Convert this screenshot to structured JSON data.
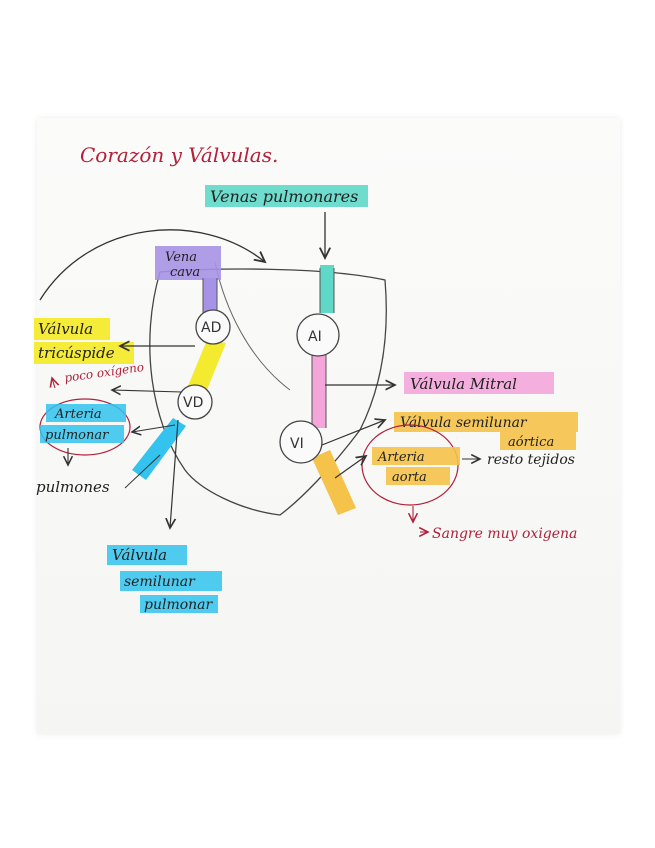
{
  "title": "Corazón y Válvulas.",
  "colors": {
    "cyan": "#5fd8c8",
    "purple": "#a692e6",
    "yellow": "#f4ea2e",
    "pink": "#f4a6da",
    "blue": "#33c3ee",
    "orange": "#f5c24a",
    "ink": "#222222",
    "red_ink": "#b2203a"
  },
  "labels": {
    "venas_pulmonares": "Venas pulmonares",
    "vena_cava_1": "Vena",
    "vena_cava_2": "cava",
    "valvula_tricuspide_1": "Válvula",
    "valvula_tricuspide_2": "tricúspide",
    "poco_oxigeno": "poco oxígeno",
    "arteria_pulmonar_1": "Arteria",
    "arteria_pulmonar_2": "pulmonar",
    "pulmones": "pulmones",
    "valvula_semilunar_pulmonar_1": "Válvula",
    "valvula_semilunar_pulmonar_2": "semilunar",
    "valvula_semilunar_pulmonar_3": "pulmonar",
    "valvula_mitral": "Válvula Mitral",
    "valvula_semilunar_aortica_1": "Válvula semilunar",
    "valvula_semilunar_aortica_2": "aórtica",
    "arteria_aorta_1": "Arteria",
    "arteria_aorta_2": "aorta",
    "resto_tejidos": "resto tejidos",
    "sangre_oxigena": "Sangre muy oxigena"
  },
  "nodes": {
    "ad": "AD",
    "ai": "AI",
    "vd": "VD",
    "vi": "VI"
  }
}
